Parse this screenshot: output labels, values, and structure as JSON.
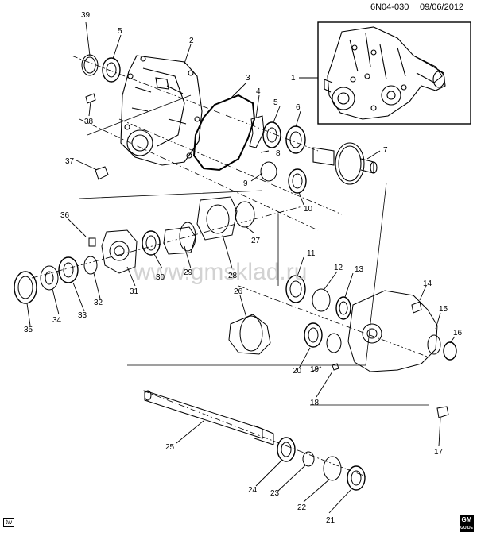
{
  "header": {
    "code": "6N04-030",
    "date": "09/06/2012"
  },
  "watermark": "www.gmsklad.ru",
  "corner_label": "tw",
  "logo": {
    "text": "GM",
    "subtext": "GUIDE"
  },
  "parts": {
    "p1": "1",
    "p2": "2",
    "p3": "3",
    "p4": "4",
    "p5a": "5",
    "p5b": "5",
    "p6": "6",
    "p7": "7",
    "p8": "8",
    "p9": "9",
    "p10": "10",
    "p11": "11",
    "p12": "12",
    "p13": "13",
    "p14": "14",
    "p15": "15",
    "p16": "16",
    "p17": "17",
    "p18": "18",
    "p19": "19",
    "p20": "20",
    "p21": "21",
    "p22": "22",
    "p23": "23",
    "p24": "24",
    "p25": "25",
    "p26": "26",
    "p27": "27",
    "p28": "28",
    "p29": "29",
    "p30": "30",
    "p31": "31",
    "p32": "32",
    "p33": "33",
    "p34": "34",
    "p35": "35",
    "p36": "36",
    "p37": "37",
    "p38": "38",
    "p39": "39"
  }
}
